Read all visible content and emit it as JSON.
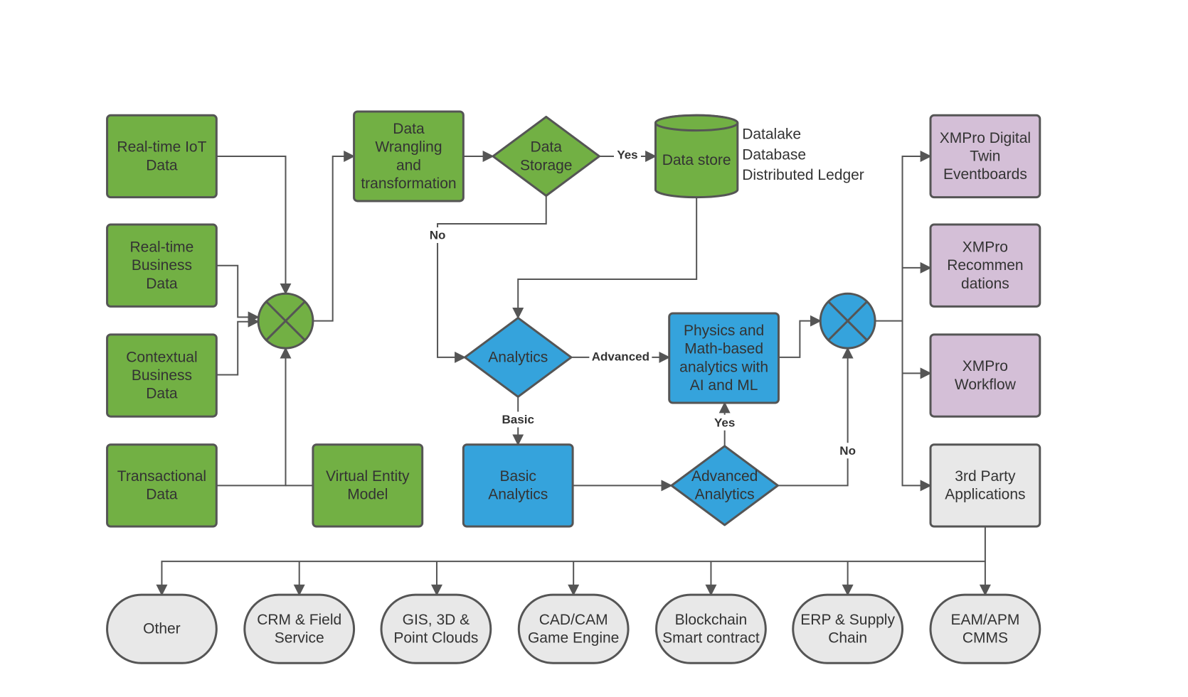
{
  "colors": {
    "green": "#72b044",
    "blue": "#35a3dc",
    "purple": "#d4bfd7",
    "grey": "#e8e8e8",
    "border": "#555555",
    "line": "#555555",
    "text": "#333333"
  },
  "nodes": {
    "iot": {
      "shape": "rect",
      "color": "green",
      "lines": [
        "Real-time IoT",
        "Data"
      ]
    },
    "business": {
      "shape": "rect",
      "color": "green",
      "lines": [
        "Real-time",
        "Business",
        "Data"
      ]
    },
    "contextual": {
      "shape": "rect",
      "color": "green",
      "lines": [
        "Contextual",
        "Business",
        "Data"
      ]
    },
    "transactional": {
      "shape": "rect",
      "color": "green",
      "lines": [
        "Transactional",
        "Data"
      ]
    },
    "virtual": {
      "shape": "rect",
      "color": "green",
      "lines": [
        "Virtual Entity",
        "Model"
      ]
    },
    "merge_green": {
      "shape": "junction",
      "color": "green",
      "lines": []
    },
    "wrangling": {
      "shape": "rect",
      "color": "green",
      "lines": [
        "Data",
        "Wrangling",
        "and",
        "transformation"
      ]
    },
    "storage_q": {
      "shape": "diamond",
      "color": "green",
      "lines": [
        "Data",
        "Storage"
      ]
    },
    "datastore": {
      "shape": "cylinder",
      "color": "green",
      "lines": [
        "Data store"
      ]
    },
    "analytics_q": {
      "shape": "diamond",
      "color": "blue",
      "lines": [
        "Analytics"
      ]
    },
    "physics": {
      "shape": "rect",
      "color": "blue",
      "lines": [
        "Physics and",
        "Math-based",
        "analytics with",
        "AI and ML"
      ]
    },
    "basic": {
      "shape": "rect",
      "color": "blue",
      "lines": [
        "Basic",
        "Analytics"
      ]
    },
    "advanced_q": {
      "shape": "diamond",
      "color": "blue",
      "lines": [
        "Advanced",
        "Analytics"
      ]
    },
    "merge_blue": {
      "shape": "junction",
      "color": "blue",
      "lines": []
    },
    "eventboards": {
      "shape": "rect",
      "color": "purple",
      "lines": [
        "XMPro Digital",
        "Twin",
        "Eventboards"
      ]
    },
    "recommendations": {
      "shape": "rect",
      "color": "purple",
      "lines": [
        "XMPro",
        "Recommen",
        "dations"
      ]
    },
    "workflow": {
      "shape": "rect",
      "color": "purple",
      "lines": [
        "XMPro",
        "Workflow"
      ]
    },
    "thirdparty": {
      "shape": "rect",
      "color": "grey",
      "lines": [
        "3rd Party",
        "Applications"
      ]
    },
    "other": {
      "shape": "pill",
      "color": "grey",
      "lines": [
        "Other"
      ]
    },
    "crm": {
      "shape": "pill",
      "color": "grey",
      "lines": [
        "CRM & Field",
        "Service"
      ]
    },
    "gis": {
      "shape": "pill",
      "color": "grey",
      "lines": [
        "GIS, 3D &",
        "Point Clouds"
      ]
    },
    "cad": {
      "shape": "pill",
      "color": "grey",
      "lines": [
        "CAD/CAM",
        "Game Engine"
      ]
    },
    "blockchain": {
      "shape": "pill",
      "color": "grey",
      "lines": [
        "Blockchain",
        "Smart contract"
      ]
    },
    "erp": {
      "shape": "pill",
      "color": "grey",
      "lines": [
        "ERP & Supply",
        "Chain"
      ]
    },
    "eam": {
      "shape": "pill",
      "color": "grey",
      "lines": [
        "EAM/APM",
        "CMMS"
      ]
    }
  },
  "datastore_types": [
    "Datalake",
    "Database",
    "Distributed Ledger"
  ],
  "edges": [
    {
      "from": "iot",
      "to": "merge_green",
      "label": ""
    },
    {
      "from": "business",
      "to": "merge_green",
      "label": ""
    },
    {
      "from": "contextual",
      "to": "merge_green",
      "label": ""
    },
    {
      "from": "transactional",
      "to": "merge_green",
      "label": ""
    },
    {
      "from": "virtual",
      "to": "merge_green",
      "label": ""
    },
    {
      "from": "merge_green",
      "to": "wrangling",
      "label": ""
    },
    {
      "from": "wrangling",
      "to": "storage_q",
      "label": ""
    },
    {
      "from": "storage_q",
      "to": "datastore",
      "label": "Yes"
    },
    {
      "from": "storage_q",
      "to": "analytics_q",
      "label": "No"
    },
    {
      "from": "datastore",
      "to": "analytics_q",
      "label": ""
    },
    {
      "from": "analytics_q",
      "to": "physics",
      "label": "Advanced"
    },
    {
      "from": "analytics_q",
      "to": "basic",
      "label": "Basic"
    },
    {
      "from": "basic",
      "to": "advanced_q",
      "label": ""
    },
    {
      "from": "advanced_q",
      "to": "physics",
      "label": "Yes"
    },
    {
      "from": "advanced_q",
      "to": "merge_blue",
      "label": "No"
    },
    {
      "from": "physics",
      "to": "merge_blue",
      "label": ""
    },
    {
      "from": "merge_blue",
      "to": "eventboards",
      "label": ""
    },
    {
      "from": "merge_blue",
      "to": "recommendations",
      "label": ""
    },
    {
      "from": "merge_blue",
      "to": "workflow",
      "label": ""
    },
    {
      "from": "merge_blue",
      "to": "thirdparty",
      "label": ""
    },
    {
      "from": "thirdparty",
      "to": "other",
      "label": ""
    },
    {
      "from": "thirdparty",
      "to": "crm",
      "label": ""
    },
    {
      "from": "thirdparty",
      "to": "gis",
      "label": ""
    },
    {
      "from": "thirdparty",
      "to": "cad",
      "label": ""
    },
    {
      "from": "thirdparty",
      "to": "blockchain",
      "label": ""
    },
    {
      "from": "thirdparty",
      "to": "erp",
      "label": ""
    },
    {
      "from": "thirdparty",
      "to": "eam",
      "label": ""
    }
  ]
}
